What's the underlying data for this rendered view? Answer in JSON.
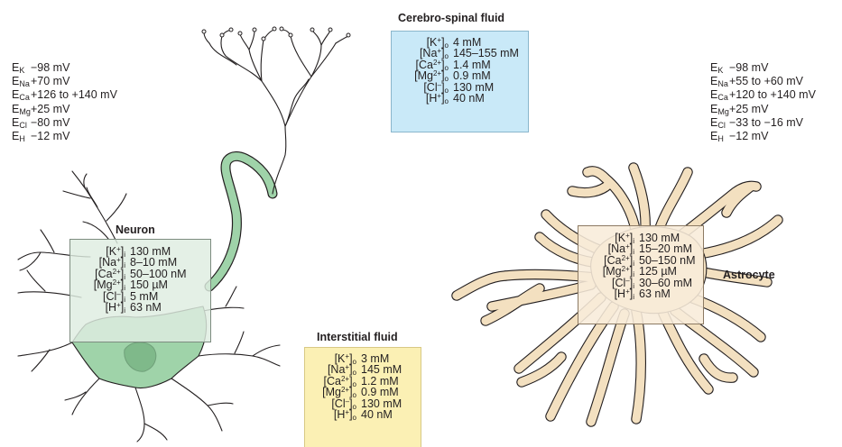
{
  "cerebrospinal_fluid": {
    "title": "Cerebro-spinal fluid",
    "rows": [
      {
        "ion": "[K",
        "charge": "+",
        "side": "o",
        "value": "4 mM"
      },
      {
        "ion": "[Na",
        "charge": "+",
        "side": "o",
        "value": "145–155 mM"
      },
      {
        "ion": "[Ca",
        "charge": "2+",
        "side": "o",
        "value": "1.4 mM"
      },
      {
        "ion": "[Mg",
        "charge": "2+",
        "side": "o",
        "value": "0.9 mM"
      },
      {
        "ion": "[Cl",
        "charge": "–",
        "side": "o",
        "value": "130 mM"
      },
      {
        "ion": "[H",
        "charge": "+",
        "side": "o",
        "value": "40 nM"
      }
    ]
  },
  "interstitial_fluid": {
    "title": "Interstitial fluid",
    "rows": [
      {
        "ion": "[K",
        "charge": "+",
        "side": "o",
        "value": "3 mM"
      },
      {
        "ion": "[Na",
        "charge": "+",
        "side": "o",
        "value": "145 mM"
      },
      {
        "ion": "[Ca",
        "charge": "2+",
        "side": "o",
        "value": "1.2 mM"
      },
      {
        "ion": "[Mg",
        "charge": "2+",
        "side": "o",
        "value": "0.9 mM"
      },
      {
        "ion": "[Cl",
        "charge": "–",
        "side": "o",
        "value": "130 mM"
      },
      {
        "ion": "[H",
        "charge": "+",
        "side": "o",
        "value": "40 nM"
      }
    ]
  },
  "neuron": {
    "title": "Neuron",
    "rows": [
      {
        "ion": "[K",
        "charge": "+",
        "side": "i",
        "value": "130 mM"
      },
      {
        "ion": "[Na",
        "charge": "+",
        "side": "i",
        "value": "8–10 mM"
      },
      {
        "ion": "[Ca",
        "charge": "2+",
        "side": "i",
        "value": "50–100 nM"
      },
      {
        "ion": "[Mg",
        "charge": "2+",
        "side": "i",
        "value": "150 µM"
      },
      {
        "ion": "[Cl",
        "charge": "–",
        "side": "i",
        "value": "5 mM"
      },
      {
        "ion": "[H",
        "charge": "+",
        "side": "i",
        "value": "63 nM"
      }
    ],
    "potentials": [
      {
        "e": "E",
        "sub": "K",
        "value": "−98 mV"
      },
      {
        "e": "E",
        "sub": "Na",
        "value": "+70 mV"
      },
      {
        "e": "E",
        "sub": "Ca",
        "value": "+126 to +140 mV"
      },
      {
        "e": "E",
        "sub": "Mg",
        "value": "+25 mV"
      },
      {
        "e": "E",
        "sub": "Cl",
        "value": "−80 mV"
      },
      {
        "e": "E",
        "sub": "H",
        "value": "−12 mV"
      }
    ]
  },
  "astrocyte": {
    "title": "Astrocyte",
    "rows": [
      {
        "ion": "[K",
        "charge": "+",
        "side": "i",
        "value": "130 mM"
      },
      {
        "ion": "[Na",
        "charge": "+",
        "side": "i",
        "value": "15–20 mM"
      },
      {
        "ion": "[Ca",
        "charge": "2+",
        "side": "i",
        "value": "50–150 nM"
      },
      {
        "ion": "[Mg",
        "charge": "2+",
        "side": "i",
        "value": "125 µM"
      },
      {
        "ion": "[Cl",
        "charge": "–",
        "side": "i",
        "value": "30–60 mM"
      },
      {
        "ion": "[H",
        "charge": "+",
        "side": "i",
        "value": "63 nM"
      }
    ],
    "potentials": [
      {
        "e": "E",
        "sub": "K",
        "value": "−98 mV"
      },
      {
        "e": "E",
        "sub": "Na",
        "value": "+55 to +60 mV"
      },
      {
        "e": "E",
        "sub": "Ca",
        "value": "+120 to +140 mV"
      },
      {
        "e": "E",
        "sub": "Mg",
        "value": "+25 mV"
      },
      {
        "e": "E",
        "sub": "Cl",
        "value": "−33 to −16 mV"
      },
      {
        "e": "E",
        "sub": "H",
        "value": "−12 mV"
      }
    ]
  },
  "colors": {
    "csf_box": "#c9e9f8",
    "interstitial_box": "#fbf0b4",
    "neuron_fill": "#9fd3a9",
    "neuron_box": "#dfeee1",
    "astrocyte_fill": "#f3e0c0",
    "astrocyte_box": "#f8ecda",
    "outline": "#231f20"
  }
}
